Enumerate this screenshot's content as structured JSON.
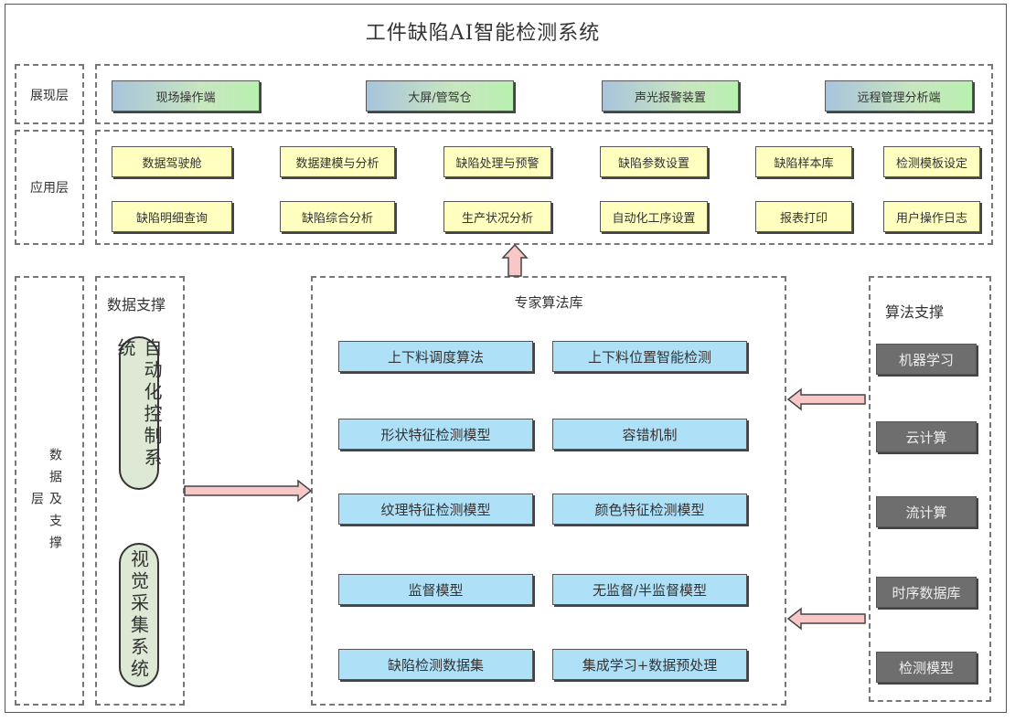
{
  "title": "工件缺陷AI智能检测系统",
  "layers": {
    "presentation": {
      "label": "展现层",
      "items": [
        "现场操作端",
        "大屏/管驾仓",
        "声光报警装置",
        "远程管理分析端"
      ]
    },
    "application": {
      "label": "应用层",
      "row1": [
        "数据驾驶舱",
        "数据建模与分析",
        "缺陷处理与预警",
        "缺陷参数设置",
        "缺陷样本库",
        "检测模板设定"
      ],
      "row2": [
        "缺陷明细查询",
        "缺陷综合分析",
        "生产状况分析",
        "自动化工序设置",
        "报表打印",
        "用户操作日志"
      ]
    },
    "data_support": {
      "label": "数据及支撑层",
      "data_section": {
        "title": "数据支撑",
        "systems": [
          "自动化控制系统",
          "视觉采集系统"
        ]
      },
      "expert": {
        "title": "专家算法库",
        "items": [
          "上下料调度算法",
          "上下料位置智能检测",
          "形状特征检测模型",
          "容错机制",
          "纹理特征检测模型",
          "颜色特征检测模型",
          "监督模型",
          "无监督/半监督模型",
          "缺陷检测数据集",
          "集成学习+数据预处理"
        ]
      },
      "algo_support": {
        "title": "算法支撑",
        "items": [
          "机器学习",
          "云计算",
          "流计算",
          "时序数据库",
          "检测模型"
        ]
      }
    }
  },
  "colors": {
    "presentation_box": "#b8e0c0",
    "application_box": "#ffffc0",
    "algorithm_box": "#aee0f8",
    "support_box": "#6e6e6e",
    "system_pill": "#dde9d4",
    "arrow": "#f8c8c8"
  }
}
